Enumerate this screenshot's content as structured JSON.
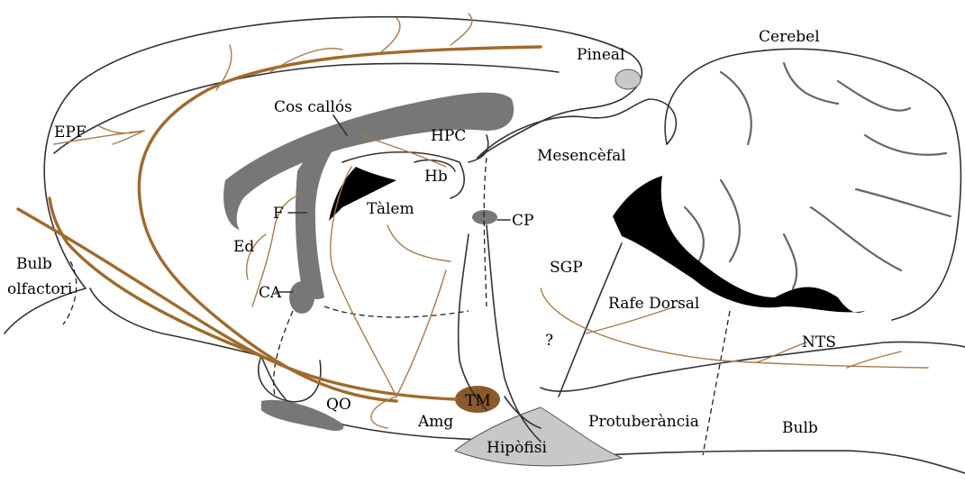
{
  "labels": {
    "pineal": "Pineal",
    "cerebel": "Cerebel",
    "cos_callos": "Cos callós",
    "epf": "EPF",
    "hpc": "HPC",
    "hb": "Hb",
    "mesencefal": "Mesencèfal",
    "talem": "Tàlem",
    "f": "F",
    "cp": "CP",
    "ed": "Ed",
    "bulb_olfactori_1": "Bulb",
    "bulb_olfactori_2": "olfactori",
    "sgp": "SGP",
    "ca": "CA",
    "rafe_dorsal": "Rafe Dorsal",
    "question": "?",
    "nts": "NTS",
    "qo": "QO",
    "tm": "TM",
    "amg": "Amg",
    "protuberancia": "Protuberància",
    "bulb": "Bulb",
    "hipofisi": "Hipòfisi"
  },
  "colors": {
    "fiber_thick": "#a06a2c",
    "fiber_thin": "#a87a4a",
    "structure_grey": "#777777",
    "light_grey": "#c8c8c8",
    "ventricle": "#000000",
    "tm_fill": "#8b5a2b"
  }
}
